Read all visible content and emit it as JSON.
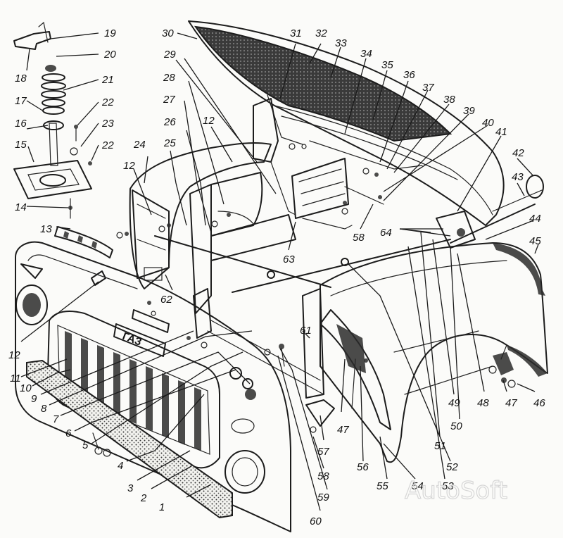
{
  "badge_text": "ГАЗ",
  "watermark": "AutoSoft",
  "callouts": [
    {
      "id": "1",
      "label": "1"
    },
    {
      "id": "2",
      "label": "2"
    },
    {
      "id": "3",
      "label": "3"
    },
    {
      "id": "4",
      "label": "4"
    },
    {
      "id": "5",
      "label": "5"
    },
    {
      "id": "6",
      "label": "6"
    },
    {
      "id": "7",
      "label": "7"
    },
    {
      "id": "8",
      "label": "8"
    },
    {
      "id": "9",
      "label": "9"
    },
    {
      "id": "10",
      "label": "10"
    },
    {
      "id": "11",
      "label": "11"
    },
    {
      "id": "12a",
      "label": "12"
    },
    {
      "id": "12b",
      "label": "12"
    },
    {
      "id": "12c",
      "label": "12"
    },
    {
      "id": "13",
      "label": "13"
    },
    {
      "id": "14",
      "label": "14"
    },
    {
      "id": "15",
      "label": "15"
    },
    {
      "id": "16",
      "label": "16"
    },
    {
      "id": "17",
      "label": "17"
    },
    {
      "id": "18",
      "label": "18"
    },
    {
      "id": "19",
      "label": "19"
    },
    {
      "id": "20",
      "label": "20"
    },
    {
      "id": "21",
      "label": "21"
    },
    {
      "id": "22a",
      "label": "22"
    },
    {
      "id": "22b",
      "label": "22"
    },
    {
      "id": "23",
      "label": "23"
    },
    {
      "id": "24",
      "label": "24"
    },
    {
      "id": "25",
      "label": "25"
    },
    {
      "id": "26",
      "label": "26"
    },
    {
      "id": "27",
      "label": "27"
    },
    {
      "id": "28",
      "label": "28"
    },
    {
      "id": "29",
      "label": "29"
    },
    {
      "id": "30",
      "label": "30"
    },
    {
      "id": "31",
      "label": "31"
    },
    {
      "id": "32",
      "label": "32"
    },
    {
      "id": "33",
      "label": "33"
    },
    {
      "id": "34",
      "label": "34"
    },
    {
      "id": "35",
      "label": "35"
    },
    {
      "id": "36",
      "label": "36"
    },
    {
      "id": "37",
      "label": "37"
    },
    {
      "id": "38",
      "label": "38"
    },
    {
      "id": "39",
      "label": "39"
    },
    {
      "id": "40",
      "label": "40"
    },
    {
      "id": "41",
      "label": "41"
    },
    {
      "id": "42",
      "label": "42"
    },
    {
      "id": "43",
      "label": "43"
    },
    {
      "id": "44",
      "label": "44"
    },
    {
      "id": "45",
      "label": "45"
    },
    {
      "id": "46",
      "label": "46"
    },
    {
      "id": "47a",
      "label": "47"
    },
    {
      "id": "47b",
      "label": "47"
    },
    {
      "id": "48",
      "label": "48"
    },
    {
      "id": "49",
      "label": "49"
    },
    {
      "id": "50",
      "label": "50"
    },
    {
      "id": "51",
      "label": "51"
    },
    {
      "id": "52",
      "label": "52"
    },
    {
      "id": "53",
      "label": "53"
    },
    {
      "id": "54",
      "label": "54"
    },
    {
      "id": "55",
      "label": "55"
    },
    {
      "id": "56",
      "label": "56"
    },
    {
      "id": "57",
      "label": "57"
    },
    {
      "id": "58a",
      "label": "58"
    },
    {
      "id": "58b",
      "label": "58"
    },
    {
      "id": "59",
      "label": "59"
    },
    {
      "id": "60",
      "label": "60"
    },
    {
      "id": "61",
      "label": "61"
    },
    {
      "id": "62",
      "label": "62"
    },
    {
      "id": "63",
      "label": "63"
    },
    {
      "id": "64",
      "label": "64"
    }
  ]
}
